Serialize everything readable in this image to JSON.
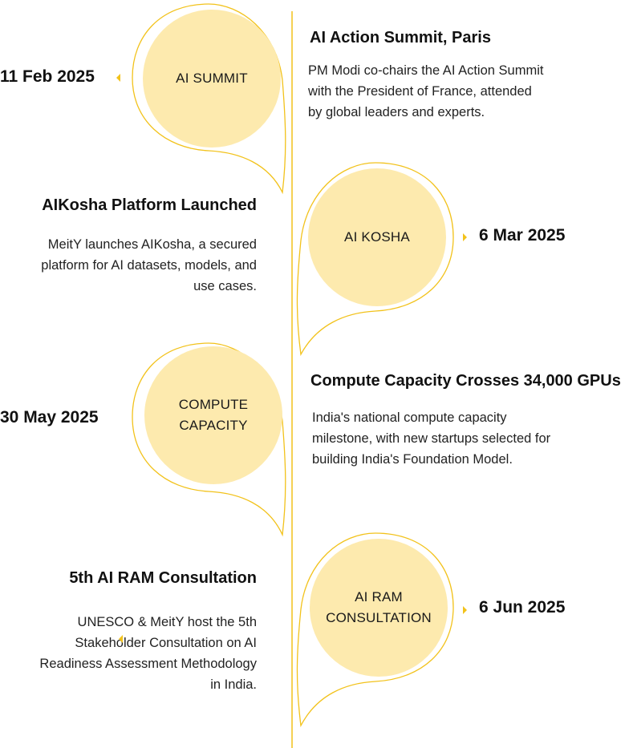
{
  "colors": {
    "accent": "#f2c21b",
    "node_fill": "#fdeaae",
    "line": "#f2c21b"
  },
  "events": [
    {
      "node_label": "AI SUMMIT",
      "date": "11 Feb 2025",
      "title": "AI Action Summit, Paris",
      "description": "PM Modi co-chairs the AI Action Summit with the President of France, attended by global leaders and experts."
    },
    {
      "node_label": "AI KOSHA",
      "date": "6 Mar 2025",
      "title": "AIKosha Platform Launched",
      "description": "MeitY launches AIKosha, a secured platform for AI datasets, models, and use cases."
    },
    {
      "node_label": "COMPUTE\nCAPACITY",
      "date": "30 May 2025",
      "title": "Compute Capacity Crosses 34,000 GPUs",
      "description": "India's national compute capacity milestone, with new startups selected for building India's Foundation Model."
    },
    {
      "node_label": "AI RAM\nCONSULTATION",
      "date": "6 Jun 2025",
      "title": "5th AI RAM Consultation",
      "description": "UNESCO & MeitY host the 5th Stakeholder Consultation on AI Readiness Assessment Methodology in India."
    }
  ]
}
